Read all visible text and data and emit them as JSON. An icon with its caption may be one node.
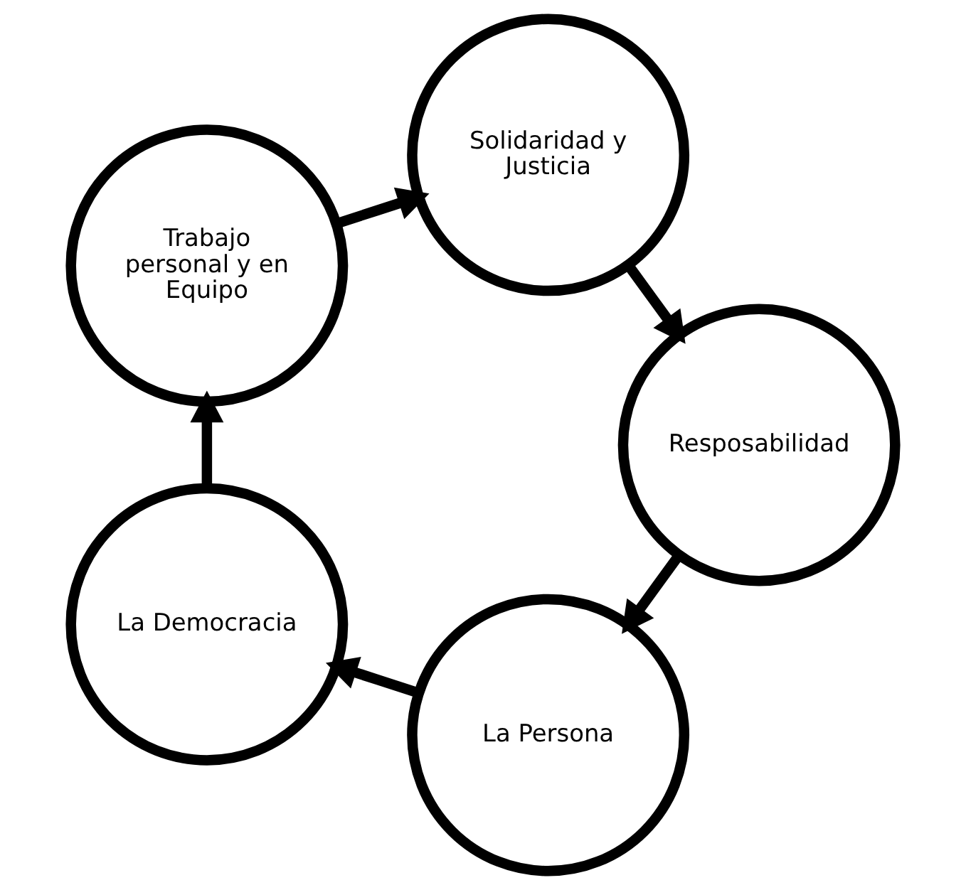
{
  "diagram": {
    "nodes": [
      {
        "text": [
          "La Persona"
        ]
      },
      {
        "text": [
          "La Democracia"
        ]
      },
      {
        "text": [
          "Trabajo personal y en Equipo"
        ]
      },
      {
        "text": [
          "Solidaridad y Justicia"
        ]
      },
      {
        "text": [
          "Resposabilidad"
        ]
      }
    ],
    "edges": [
      {
        "from": 0,
        "to": 1,
        "arrow": "to"
      },
      {
        "from": 1,
        "to": 2,
        "arrow": "to"
      },
      {
        "from": 2,
        "to": 3,
        "arrow": "to"
      },
      {
        "from": 3,
        "to": 4,
        "arrow": "to"
      },
      {
        "from": 4,
        "to": 0,
        "arrow": "to"
      }
    ]
  }
}
